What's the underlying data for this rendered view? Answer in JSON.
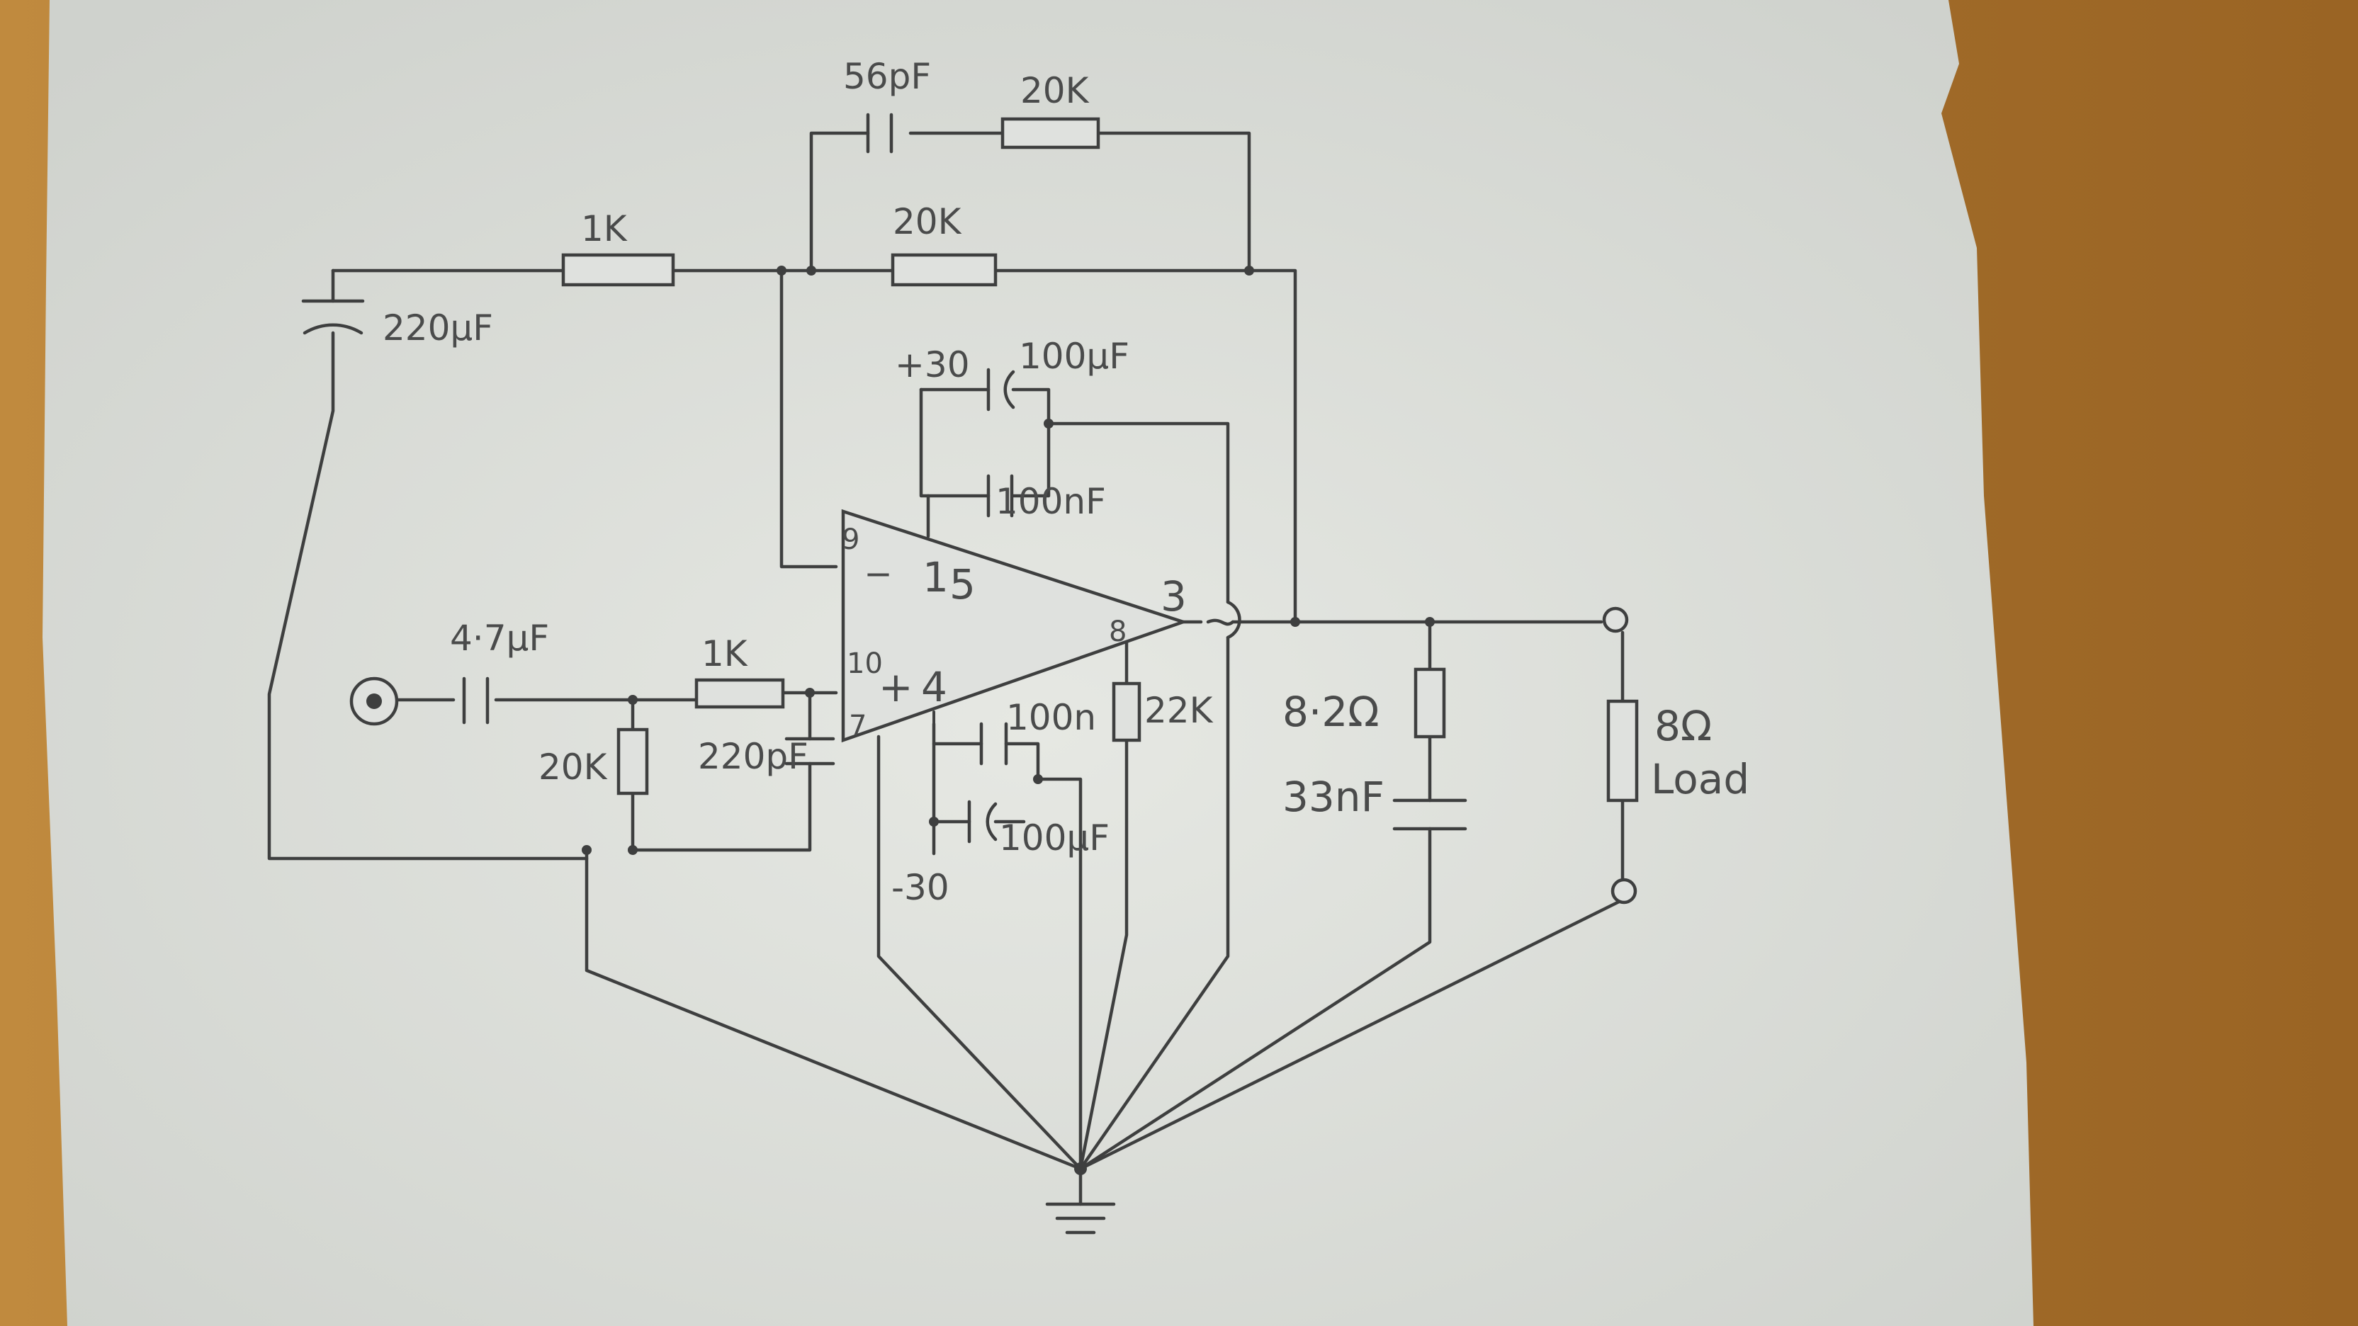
{
  "capacitors": {
    "c56p": "56pF",
    "c220u_fb": "220µF",
    "c100u_top": "100µF",
    "c100n_top": "100nF",
    "c47u_in": "4·7µF",
    "c220p_in": "220pF",
    "c100n_bot": "100n",
    "c100u_bot": "100µF",
    "c33n": "33nF"
  },
  "resistors": {
    "r20k_top": "20K",
    "r20k_mid": "20K",
    "r1k_fb": "1K",
    "r1k_in": "1K",
    "r20k_in": "20K",
    "r22k": "22K",
    "r82": "8·2Ω"
  },
  "supply": {
    "pos": "+30",
    "neg": "-30"
  },
  "load": {
    "value": "8Ω",
    "label": "Load"
  },
  "opamp": {
    "pin9": "9",
    "minus": "_",
    "pin1": "1",
    "pin5": "5",
    "pin3": "3",
    "pin8": "8",
    "pin10": "10",
    "plus": "+",
    "pin4": "4",
    "pin7": "7"
  },
  "colors": {
    "paper": "#dfe1de",
    "ink": "#3e3f3f",
    "table": "#b9823a"
  }
}
